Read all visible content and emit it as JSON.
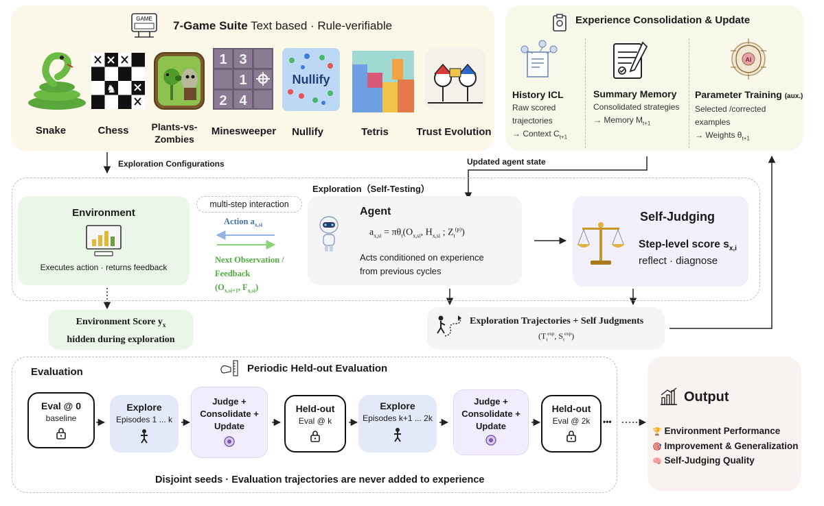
{
  "suite": {
    "title": "7-Game Suite",
    "subtitle": "Text based · Rule-verifiable",
    "icon_text": "GAME",
    "games": [
      {
        "name": "Snake"
      },
      {
        "name": "Chess"
      },
      {
        "name": "Plants-vs-\nZombies"
      },
      {
        "name": "Minesweeper"
      },
      {
        "name": "Nullify"
      },
      {
        "name": "Tetris"
      },
      {
        "name": "Trust Evolution"
      }
    ],
    "minesweeper_cells": [
      "1",
      "3",
      "1",
      "2",
      "4"
    ],
    "nullify_logo": "Nullify"
  },
  "consolidation": {
    "title": "Experience Consolidation & Update",
    "columns": [
      {
        "title": "History ICL",
        "lines": [
          "Raw scored",
          "trajectories",
          "→ Context C"
        ],
        "sub": "t+1"
      },
      {
        "title": "Summary Memory",
        "lines": [
          "Consolidated strategies",
          "→ Memory M"
        ],
        "sub": "t+1"
      },
      {
        "title": "Parameter Training",
        "title_suffix": "(aux.)",
        "lines": [
          "Selected /corrected",
          "examples",
          "→ Weights θ"
        ],
        "sub": "t+1"
      }
    ]
  },
  "flow": {
    "exploration_configurations": "Exploration Configurations",
    "updated_agent_state": "Updated agent state"
  },
  "exploration": {
    "title": "Exploration（Self-Testing）",
    "environment": {
      "title": "Environment",
      "caption": "Executes action · returns feedback"
    },
    "interaction": {
      "label": "multi-step interaction",
      "action": "Action a",
      "action_sub": "x,si",
      "observation_line1": "Next Observation /",
      "observation_line2": "Feedback",
      "observation_line3": "(O",
      "observation_sub1": "x,si+1",
      "observation_mid": ", F",
      "observation_sub2": "x,si",
      "observation_end": ")"
    },
    "agent": {
      "title": "Agent",
      "formula_lhs": "a",
      "formula_lhs_sub": "x,si",
      "formula_eq": " = πθ",
      "formula_theta_sub": "t",
      "formula_args1": "(O",
      "formula_o_sub": "x,si",
      "formula_args2": ", H",
      "formula_h_sub": "x,si",
      "formula_args3": " ; Z",
      "formula_z_sub": "t",
      "formula_z_sup": "(p)",
      "formula_end": ")",
      "caption_line1": "Acts conditioned on experience",
      "caption_line2": "from previous cycles"
    },
    "self_judging": {
      "title": "Self-Judging",
      "score": "Step-level score s",
      "score_sub": "x,i",
      "caption": "reflect · diagnose"
    }
  },
  "env_score": {
    "line1": "Environment Score y",
    "line1_sub": "x",
    "line2": "hidden during exploration"
  },
  "trajectories": {
    "title": "Exploration Trajectories + Self Judgments",
    "formula_a": "(T",
    "formula_a_sub": "t",
    "formula_a_sup": "exp",
    "formula_b": ", S",
    "formula_b_sub": "t",
    "formula_b_sup": "exp",
    "formula_end": ")"
  },
  "evaluation": {
    "title": "Evaluation",
    "periodic": "Periodic Held-out Evaluation",
    "steps": [
      {
        "title": "Eval @ 0",
        "sub": "baseline"
      },
      {
        "title": "Explore",
        "sub": "Episodes 1 ... k"
      },
      {
        "title": "Judge +\nConsolidate +\nUpdate",
        "sub": ""
      },
      {
        "title": "Held-out",
        "sub": "Eval @ k"
      },
      {
        "title": "Explore",
        "sub": "Episodes k+1 ... 2k"
      },
      {
        "title": "Judge +\nConsolidate +\nUpdate",
        "sub": ""
      },
      {
        "title": "Held-out",
        "sub": "Eval @ 2k"
      }
    ],
    "ellipsis": "•••",
    "footer": "Disjoint seeds · Evaluation trajectories are never added to experience"
  },
  "output": {
    "title": "Output",
    "items": [
      {
        "icon": "🏆",
        "text": "Environment Performance"
      },
      {
        "icon": "🎯",
        "text": "Improvement & Generalization"
      },
      {
        "icon": "🧠",
        "text": "Self-Judging Quality"
      }
    ]
  },
  "colors": {
    "suite_bg": "#fbf8ea",
    "consolidation_bg": "#f7f7ea",
    "env_bg": "#eaf6e8",
    "agent_bg": "#f5f5f8",
    "judge_bg": "#f2f0fb",
    "explore_bg": "#e4e9f9",
    "judge_step_bg": "#f1edfc",
    "output_bg": "#f8f3f1",
    "action_arrow": "#8fb4e4",
    "observation_arrow": "#8bd27a",
    "action_text": "#3f6fb5",
    "observation_text": "#4fae3f"
  }
}
